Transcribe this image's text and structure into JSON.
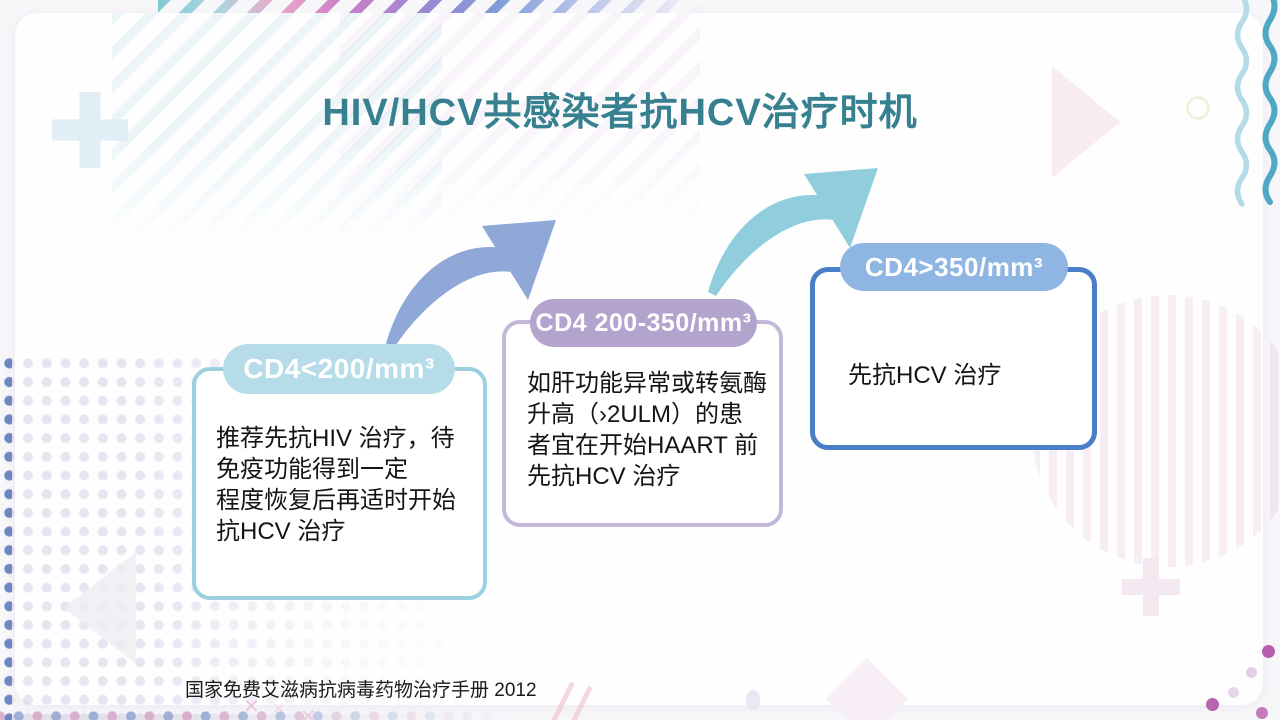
{
  "slide": {
    "title": "HIV/HCV共感染者抗HCV治疗时机",
    "title_color": "#36808F",
    "source": "国家免费艾滋病抗病毒药物治疗手册  2012"
  },
  "boxes": [
    {
      "header": "CD4<200/mm³",
      "body": "推荐先抗HIV 治疗，待\n免疫功能得到一定\n程度恢复后再适时开始\n抗HCV 治疗",
      "accent": "#B6DCE9",
      "border": "#9CD0DE"
    },
    {
      "header": "CD4 200-350/mm³",
      "body": "如肝功能异常或转氨酶\n升高（›2ULM）的患\n者宜在开始HAART 前\n先抗HCV 治疗",
      "accent": "#B2A4CD",
      "border": "#C4B8D8"
    },
    {
      "header": "CD4>350/mm³",
      "body": "先抗HCV 治疗",
      "accent": "#8FB5E3",
      "border": "#4A7FC8"
    }
  ],
  "arrows": [
    {
      "name": "curved-arrow-1",
      "color": "#8FA8D8"
    },
    {
      "name": "curved-arrow-2",
      "color": "#90CEDE"
    }
  ]
}
